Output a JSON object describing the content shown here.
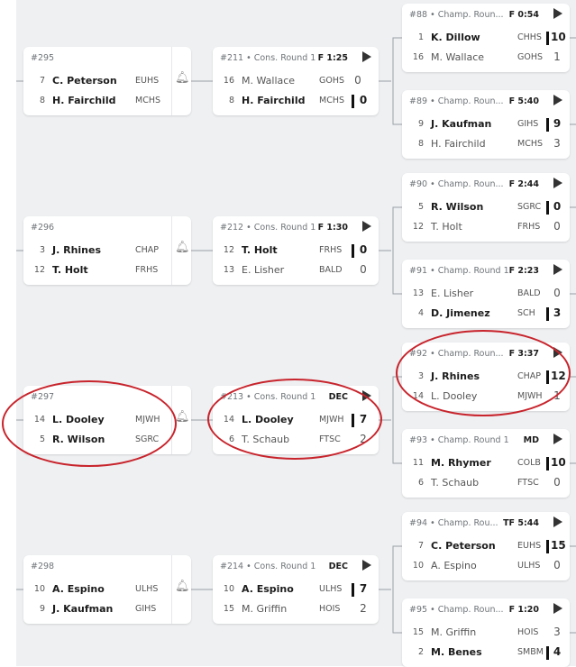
{
  "left_matches": [
    {
      "id": "#295",
      "bell": "bell-icon",
      "rows": [
        {
          "seed": "7",
          "name": "C. Peterson",
          "team": "EUHS"
        },
        {
          "seed": "8",
          "name": "H. Fairchild",
          "team": "MCHS"
        }
      ]
    },
    {
      "id": "#296",
      "bell": "bell-icon",
      "rows": [
        {
          "seed": "3",
          "name": "J. Rhines",
          "team": "CHAP"
        },
        {
          "seed": "12",
          "name": "T. Holt",
          "team": "FRHS"
        }
      ]
    },
    {
      "id": "#297",
      "bell": "bell-icon",
      "rows": [
        {
          "seed": "14",
          "name": "L. Dooley",
          "team": "MJWH"
        },
        {
          "seed": "5",
          "name": "R. Wilson",
          "team": "SGRC"
        }
      ]
    },
    {
      "id": "#298",
      "bell": "bell-icon",
      "rows": [
        {
          "seed": "10",
          "name": "A. Espino",
          "team": "ULHS"
        },
        {
          "seed": "9",
          "name": "J. Kaufman",
          "team": "GIHS"
        }
      ]
    }
  ],
  "middle_matches": [
    {
      "head": "#211 • Cons. Round 1",
      "status": "F 1:25",
      "rows": [
        {
          "seed": "16",
          "name": "M. Wallace",
          "team": "GOHS",
          "score": "0"
        },
        {
          "seed": "8",
          "name": "H. Fairchild",
          "team": "MCHS",
          "score": "0"
        }
      ]
    },
    {
      "head": "#212 • Cons. Round 1",
      "status": "F 1:30",
      "rows": [
        {
          "seed": "12",
          "name": "T. Holt",
          "team": "FRHS",
          "score": "0"
        },
        {
          "seed": "13",
          "name": "E. Lisher",
          "team": "BALD",
          "score": "0"
        }
      ]
    },
    {
      "head": "#213 • Cons. Round 1",
      "status": "DEC",
      "rows": [
        {
          "seed": "14",
          "name": "L. Dooley",
          "team": "MJWH",
          "score": "7"
        },
        {
          "seed": "6",
          "name": "T. Schaub",
          "team": "FTSC",
          "score": "2"
        }
      ]
    },
    {
      "head": "#214 • Cons. Round 1",
      "status": "DEC",
      "rows": [
        {
          "seed": "10",
          "name": "A. Espino",
          "team": "ULHS",
          "score": "7"
        },
        {
          "seed": "15",
          "name": "M. Griffin",
          "team": "HOIS",
          "score": "2"
        }
      ]
    }
  ],
  "right_matches": [
    {
      "head": "#88 • Champ. Roun...",
      "status": "F 0:54",
      "rows": [
        {
          "seed": "1",
          "name": "K. Dillow",
          "team": "CHHS",
          "score": "10"
        },
        {
          "seed": "16",
          "name": "M. Wallace",
          "team": "GOHS",
          "score": "1"
        }
      ]
    },
    {
      "head": "#89 • Champ. Roun...",
      "status": "F 5:40",
      "rows": [
        {
          "seed": "9",
          "name": "J. Kaufman",
          "team": "GIHS",
          "score": "9"
        },
        {
          "seed": "8",
          "name": "H. Fairchild",
          "team": "MCHS",
          "score": "3"
        }
      ]
    },
    {
      "head": "#90 • Champ. Roun...",
      "status": "F 2:44",
      "rows": [
        {
          "seed": "5",
          "name": "R. Wilson",
          "team": "SGRC",
          "score": "0"
        },
        {
          "seed": "12",
          "name": "T. Holt",
          "team": "FRHS",
          "score": "0"
        }
      ]
    },
    {
      "head": "#91 • Champ. Round 1",
      "status": "F 2:23",
      "rows": [
        {
          "seed": "13",
          "name": "E. Lisher",
          "team": "BALD",
          "score": "0"
        },
        {
          "seed": "4",
          "name": "D. Jimenez",
          "team": "SCH",
          "score": "3"
        }
      ]
    },
    {
      "head": "#92 • Champ. Roun...",
      "status": "F 3:37",
      "rows": [
        {
          "seed": "3",
          "name": "J. Rhines",
          "team": "CHAP",
          "score": "12"
        },
        {
          "seed": "14",
          "name": "L. Dooley",
          "team": "MJWH",
          "score": "1"
        }
      ]
    },
    {
      "head": "#93 • Champ. Round 1",
      "status": "MD",
      "rows": [
        {
          "seed": "11",
          "name": "M. Rhymer",
          "team": "COLB",
          "score": "10"
        },
        {
          "seed": "6",
          "name": "T. Schaub",
          "team": "FTSC",
          "score": "0"
        }
      ]
    },
    {
      "head": "#94 • Champ. Rou...",
      "status": "TF 5:44",
      "rows": [
        {
          "seed": "7",
          "name": "C. Peterson",
          "team": "EUHS",
          "score": "15"
        },
        {
          "seed": "10",
          "name": "A. Espino",
          "team": "ULHS",
          "score": "0"
        }
      ]
    },
    {
      "head": "#95 • Champ. Roun...",
      "status": "F 1:20",
      "rows": [
        {
          "seed": "15",
          "name": "M. Griffin",
          "team": "HOIS",
          "score": "3"
        },
        {
          "seed": "2",
          "name": "M. Benes",
          "team": "SMBM",
          "score": "4"
        }
      ]
    }
  ],
  "annotation_color": "#c8242c"
}
